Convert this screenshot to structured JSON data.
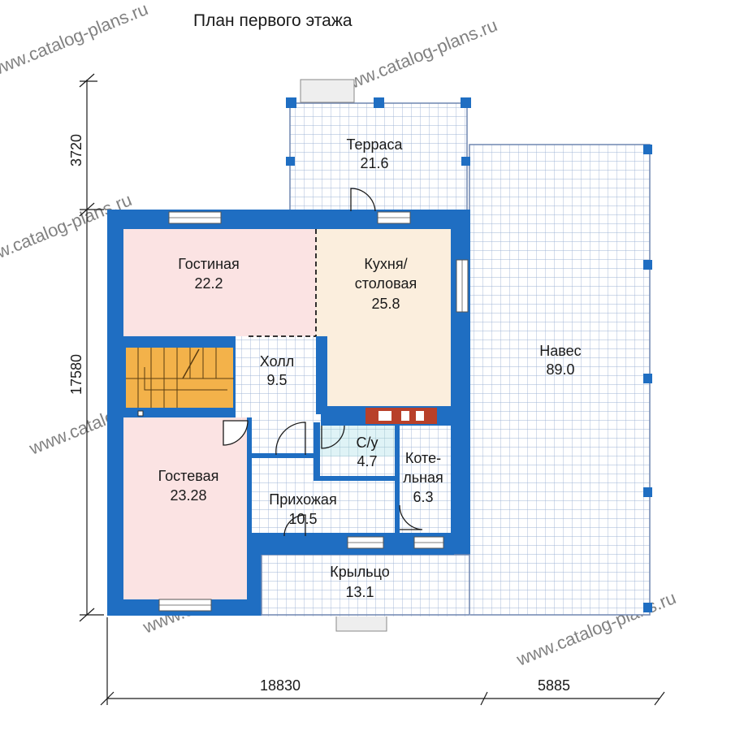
{
  "title": "План первого этажа",
  "watermark": "www.catalog-plans.ru",
  "colors": {
    "wall": "#1f6ec2",
    "wall_dark": "#174f8c",
    "grid_line": "#9fb4d6",
    "living_room": "#fbe3e3",
    "guest_room": "#fbe3e3",
    "kitchen": "#fbeedd",
    "bathroom": "#dff3f6",
    "stairs": "#f3b24a",
    "window": "#ffffff",
    "stove_brick": "#b8402a"
  },
  "rooms": {
    "terrace": {
      "name": "Терраса",
      "area": "21.6"
    },
    "living": {
      "name": "Гостиная",
      "area": "22.2"
    },
    "kitchen": {
      "name_line1": "Кухня/",
      "name_line2": "столовая",
      "area": "25.8"
    },
    "canopy": {
      "name": "Навес",
      "area": "89.0"
    },
    "hall": {
      "name": "Холл",
      "area": "9.5"
    },
    "bathroom": {
      "name": "С/у",
      "area": "4.7"
    },
    "boiler": {
      "name_line1": "Коте-",
      "name_line2": "льная",
      "area": "6.3"
    },
    "guest": {
      "name": "Гостевая",
      "area": "23.28"
    },
    "entry": {
      "name": "Прихожая",
      "area": "10.5"
    },
    "porch": {
      "name": "Крыльцо",
      "area": "13.1"
    }
  },
  "dimensions": {
    "left_top": "3720",
    "left_main": "17580",
    "bottom_main": "18830",
    "bottom_right": "5885"
  }
}
